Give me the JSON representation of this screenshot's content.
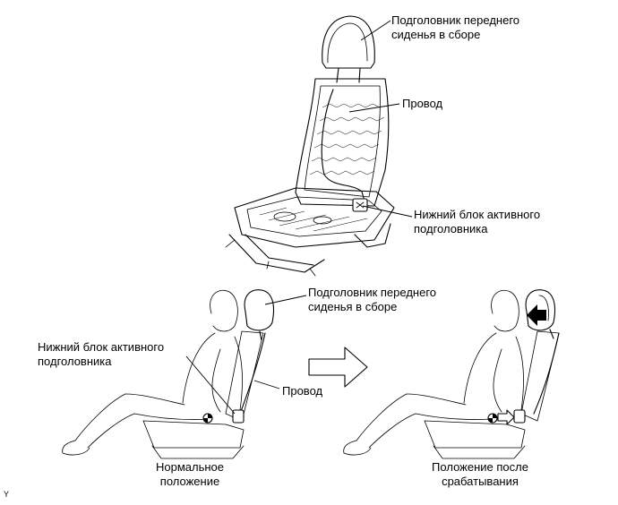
{
  "labels": {
    "headrest_top_1": "Подголовник переднего",
    "headrest_top_2": "сиденья в сборе",
    "wire_top": "Провод",
    "lower_unit_top_1": "Нижний блок активного",
    "lower_unit_top_2": "подголовника",
    "headrest_mid_1": "Подголовник переднего",
    "headrest_mid_2": "сиденья в сборе",
    "lower_unit_left_1": "Нижний блок активного",
    "lower_unit_left_2": "подголовника",
    "wire_mid": "Провод",
    "normal_1": "Нормальное",
    "normal_2": "положение",
    "after_1": "Положение после",
    "after_2": "срабатывания",
    "corner_mark": "Y"
  },
  "icons": {
    "transition_arrow": "right-arrow-icon",
    "motion_arrow": "left-arrow-icon"
  }
}
